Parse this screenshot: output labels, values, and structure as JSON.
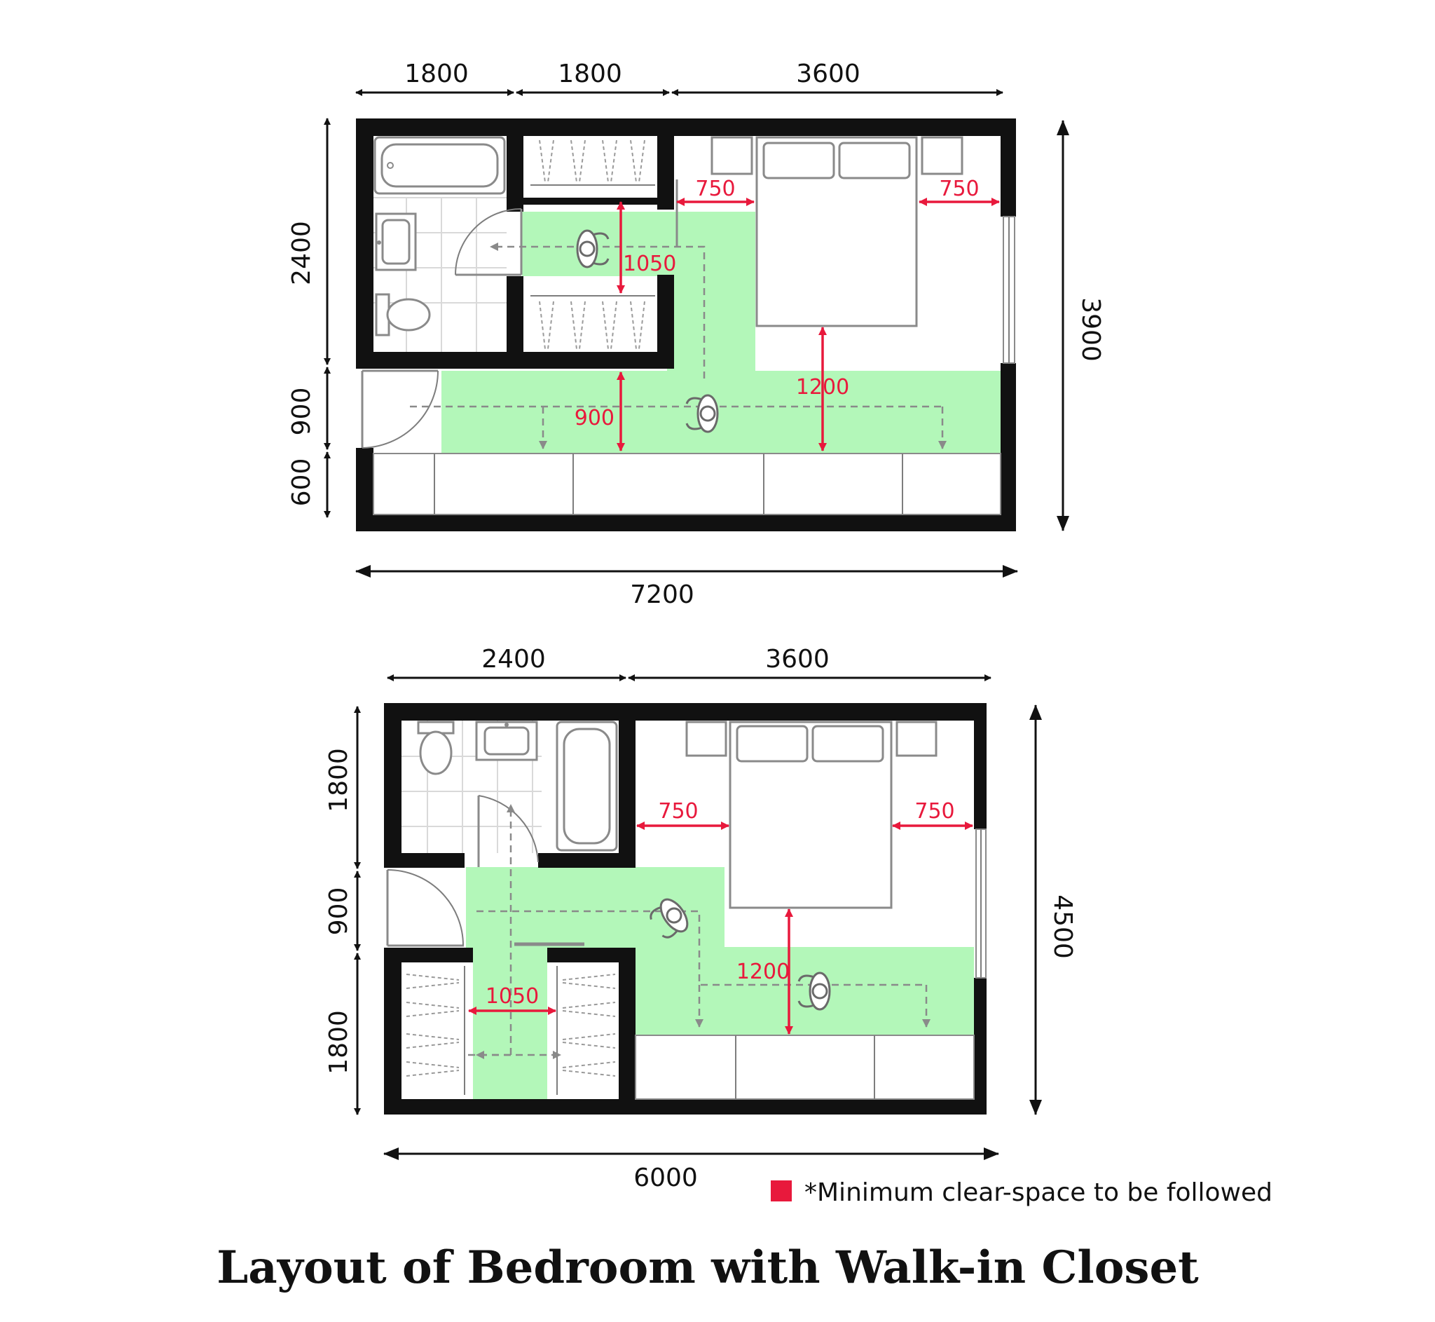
{
  "title": "Layout of Bedroom with Walk-in Closet",
  "legend": {
    "color": "#e8193c",
    "text": "*Minimum clear-space to be followed"
  },
  "colors": {
    "clear_space": "#b3f7b9",
    "wall": "#111111",
    "dimension_red": "#e8193c"
  },
  "plan_1": {
    "dims": {
      "top_1": "1800",
      "top_2": "1800",
      "top_3": "3600",
      "left_1": "2400",
      "left_2": "900",
      "left_3": "600",
      "right": "3900",
      "bottom": "7200"
    },
    "clearances": {
      "bed_left": "750",
      "bed_right": "750",
      "closet_aisle": "1050",
      "passage": "900",
      "bed_foot": "1200"
    }
  },
  "plan_2": {
    "dims": {
      "top_1": "2400",
      "top_2": "3600",
      "left_1": "1800",
      "left_2": "900",
      "left_3": "1800",
      "right": "4500",
      "bottom": "6000"
    },
    "clearances": {
      "bed_left": "750",
      "bed_right": "750",
      "closet_aisle": "1050",
      "bed_foot": "1200"
    }
  }
}
